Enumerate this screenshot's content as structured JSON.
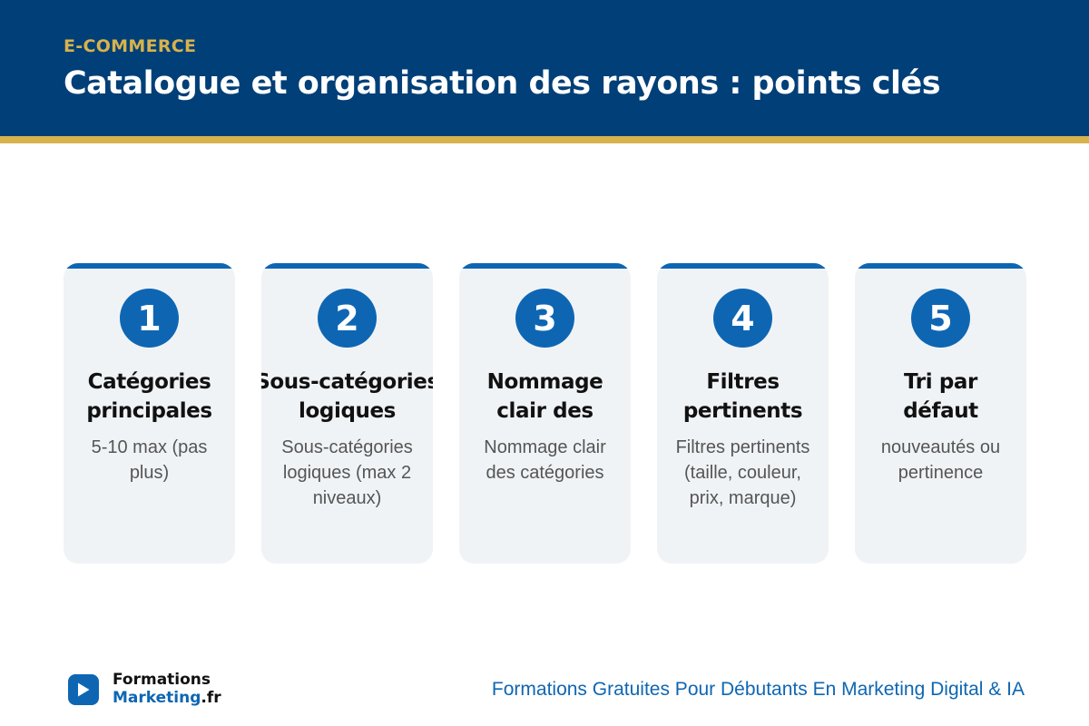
{
  "header": {
    "eyebrow": "E-COMMERCE",
    "title": "Catalogue et organisation des rayons : points clés"
  },
  "cards": [
    {
      "number": "1",
      "title": "Catégories\nprincipales",
      "description": "5-10 max (pas plus)"
    },
    {
      "number": "2",
      "title": "Sous-catégories\nlogiques",
      "description": "Sous-catégories logiques (max 2 niveaux)"
    },
    {
      "number": "3",
      "title": "Nommage\nclair des",
      "description": "Nommage clair des catégories"
    },
    {
      "number": "4",
      "title": "Filtres\npertinents",
      "description": "Filtres pertinents (taille, couleur, prix, marque)"
    },
    {
      "number": "5",
      "title": "Tri par\ndéfaut",
      "description": "nouveautés ou pertinence"
    }
  ],
  "footer": {
    "logo_line1": "Formations",
    "logo_line2": "Marketing",
    "logo_tld": ".fr",
    "logo_icon": "play-icon",
    "tagline": "Formations Gratuites Pour Débutants En Marketing Digital & IA"
  },
  "colors": {
    "header_bg": "#003f77",
    "accent_gold": "#d8b24c",
    "accent_blue": "#0e66b3",
    "card_bg": "#f0f3f6"
  }
}
